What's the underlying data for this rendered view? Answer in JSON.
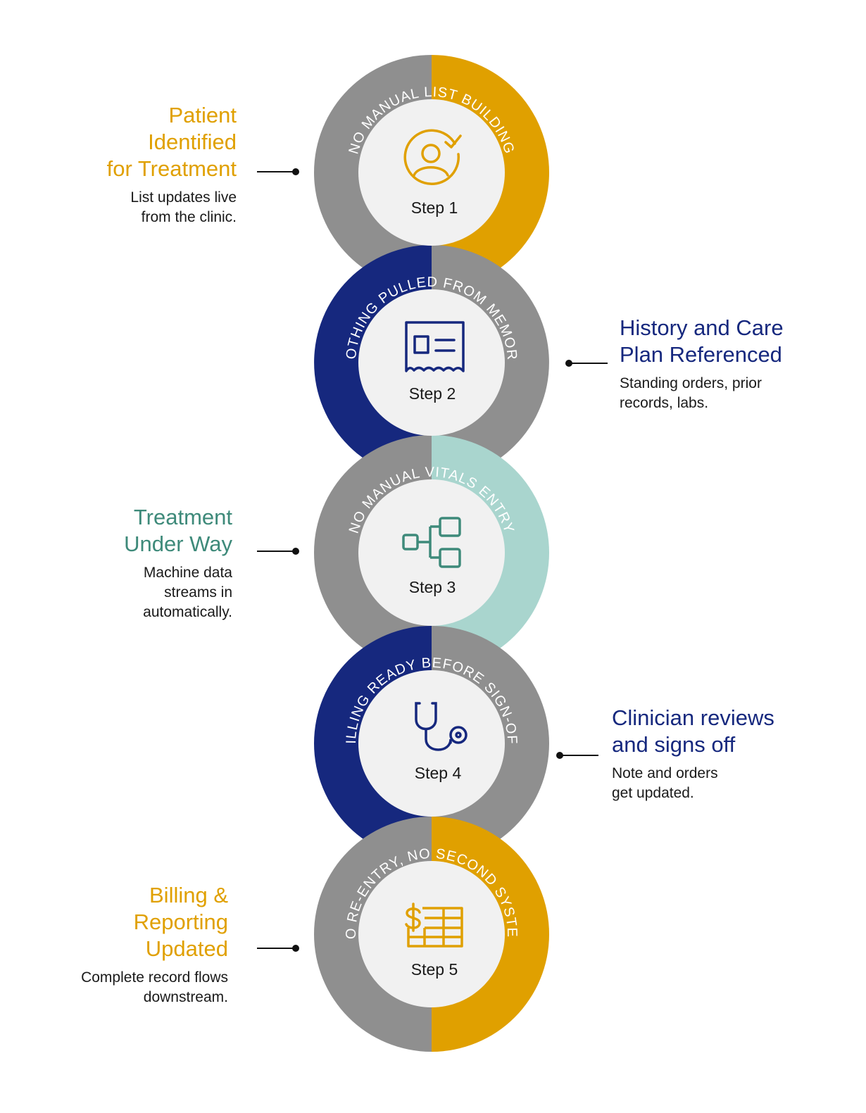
{
  "colors": {
    "gray": "#8f8f8f",
    "gold": "#e0a000",
    "navy": "#16287e",
    "mint": "#a9d5ce",
    "teal": "#3e8a7a",
    "inner": "#f1f1f1",
    "connector": "#111111"
  },
  "steps": [
    {
      "step_label": "Step 1",
      "ring_text": "NO MANUAL LIST BUILDING",
      "icon": "person-check-icon",
      "left_color": "gray",
      "right_color": "gold",
      "title": "Patient\nIdentified\nfor Treatment",
      "title_color": "gold",
      "description": "List updates live\nfrom the clinic.",
      "side": "left"
    },
    {
      "step_label": "Step 2",
      "ring_text": "NOTHING PULLED FROM MEMORY",
      "icon": "document-record-icon",
      "left_color": "navy",
      "right_color": "gray",
      "title": "History and Care\nPlan Referenced",
      "title_color": "navy",
      "description": "Standing orders, prior\nrecords, labs.",
      "side": "right"
    },
    {
      "step_label": "Step 3",
      "ring_text": "NO MANUAL VITALS ENTRY",
      "icon": "data-flow-icon",
      "left_color": "gray",
      "right_color": "mint",
      "title": "Treatment\nUnder Way",
      "title_color": "teal",
      "description": "Machine data\nstreams in\nautomatically.",
      "side": "left"
    },
    {
      "step_label": "Step 4",
      "ring_text": "BILLING READY BEFORE SIGN-OFF",
      "icon": "stethoscope-icon",
      "left_color": "navy",
      "right_color": "gray",
      "title": "Clinician reviews\nand signs off",
      "title_color": "navy",
      "description": "Note and orders\nget updated.",
      "side": "right"
    },
    {
      "step_label": "Step 5",
      "ring_text": "NO RE-ENTRY, NO SECOND SYSTEM",
      "icon": "billing-table-icon",
      "left_color": "gray",
      "right_color": "gold",
      "title": "Billing &\nReporting\nUpdated",
      "title_color": "gold",
      "description": "Complete record flows\ndownstream.",
      "side": "left"
    }
  ]
}
